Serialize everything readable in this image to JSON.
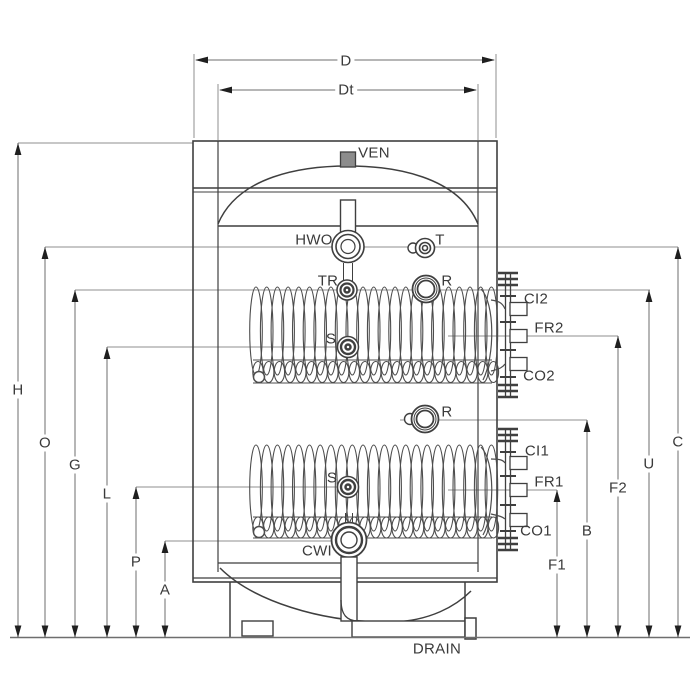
{
  "colors": {
    "background": "#ffffff",
    "line_main": "#3f3f3f",
    "line_thin": "#8f8f8f",
    "line_dim": "#6e6e6e",
    "arrow": "#1f1f1f",
    "coil": "#4d4d4d",
    "text": "#3a3a3a",
    "ven_fill": "#8c8c8c"
  },
  "dimensions": {
    "top": {
      "d": "D",
      "dt": "Dt"
    },
    "left": {
      "h": "H",
      "o": "O",
      "g": "G",
      "l": "L",
      "p": "P",
      "a": "A"
    },
    "right": {
      "f1": "F1",
      "b": "B",
      "f2": "F2",
      "u": "U",
      "c": "C"
    }
  },
  "connections": {
    "ven": "VEN",
    "hwo": "HWO",
    "t": "T",
    "tr": "TR",
    "r_upper": "R",
    "s_upper": "S",
    "ci2": "CI2",
    "fr2": "FR2",
    "co2": "CO2",
    "r_lower": "R",
    "ci1": "CI1",
    "fr1": "FR1",
    "co1": "CO1",
    "s_lower": "S",
    "cwi": "CWI",
    "drain": "DRAIN"
  }
}
